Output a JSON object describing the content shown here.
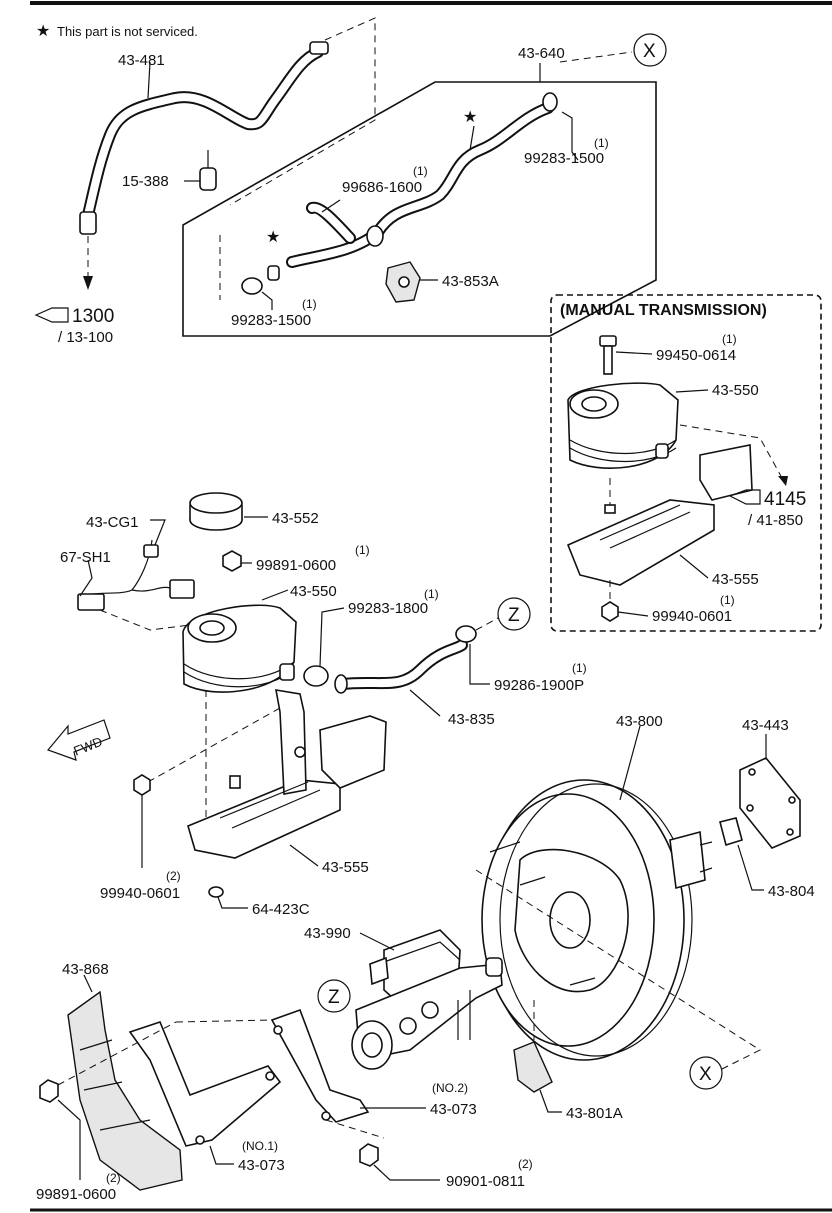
{
  "note": {
    "star": "★",
    "text": "This part is not serviced."
  },
  "section_title": "(MANUAL TRANSMISSION)",
  "fwd_label": "FWD",
  "markers": {
    "x": "X",
    "z": "Z"
  },
  "references": [
    {
      "code": "1300",
      "sub": "/ 13-100"
    },
    {
      "code": "4145",
      "sub": "/ 41-850"
    }
  ],
  "parts": {
    "p43_481": "43-481",
    "p15_388": "15-388",
    "p43_640": "43-640",
    "p99283_1500_a": "99283-1500",
    "p99283_1500_a_qty": "(1)",
    "p99686_1600": "99686-1600",
    "p99686_1600_qty": "(1)",
    "p43_853a": "43-853A",
    "p99283_1500_b": "99283-1500",
    "p99283_1500_b_qty": "(1)",
    "mt_99450_0614": "99450-0614",
    "mt_99450_0614_qty": "(1)",
    "mt_43_550": "43-550",
    "mt_43_555": "43-555",
    "mt_99940_0601": "99940-0601",
    "mt_99940_0601_qty": "(1)",
    "p43_cg1": "43-CG1",
    "p43_552": "43-552",
    "p67_sh1": "67-SH1",
    "p99891_0600_a": "99891-0600",
    "p99891_0600_a_qty": "(1)",
    "p43_550": "43-550",
    "p99283_1800": "99283-1800",
    "p99283_1800_qty": "(1)",
    "p99286_1900p": "99286-1900P",
    "p99286_1900p_qty": "(1)",
    "p43_835": "43-835",
    "p43_800": "43-800",
    "p43_443": "43-443",
    "p99940_0601": "99940-0601",
    "p99940_0601_qty": "(2)",
    "p43_555": "43-555",
    "p64_423c": "64-423C",
    "p43_804": "43-804",
    "p43_990": "43-990",
    "p43_868": "43-868",
    "p43_073_no2": "43-073",
    "p43_073_no2_tag": "(NO.2)",
    "p43_073_no1": "43-073",
    "p43_073_no1_tag": "(NO.1)",
    "p43_801a": "43-801A",
    "p99891_0600_b": "99891-0600",
    "p99891_0600_b_qty": "(2)",
    "p90901_0811": "90901-0811",
    "p90901_0811_qty": "(2)"
  }
}
